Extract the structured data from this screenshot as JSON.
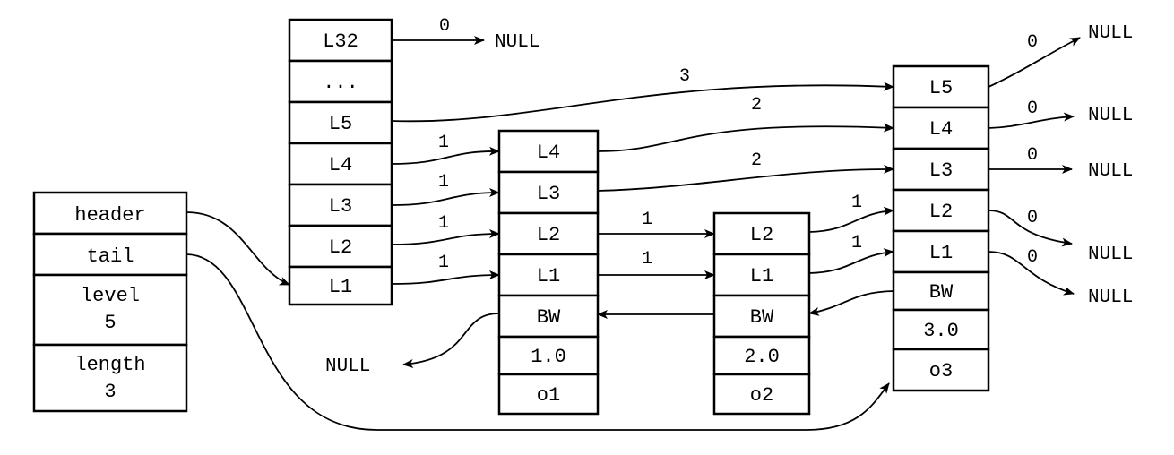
{
  "list": {
    "fields": [
      {
        "lines": [
          "header"
        ]
      },
      {
        "lines": [
          "tail"
        ]
      },
      {
        "lines": [
          "level",
          "5"
        ]
      },
      {
        "lines": [
          "length",
          "3"
        ]
      }
    ]
  },
  "header_node": {
    "levels": [
      "L32",
      "...",
      "L5",
      "L4",
      "L3",
      "L2",
      "L1"
    ]
  },
  "nodes": [
    {
      "levels": [
        "L4",
        "L3",
        "L2",
        "L1"
      ],
      "backward": "BW",
      "score": "1.0",
      "obj": "o1"
    },
    {
      "levels": [
        "L2",
        "L1"
      ],
      "backward": "BW",
      "score": "2.0",
      "obj": "o2"
    },
    {
      "levels": [
        "L5",
        "L4",
        "L3",
        "L2",
        "L1"
      ],
      "backward": "BW",
      "score": "3.0",
      "obj": "o3"
    }
  ],
  "spans": {
    "head_L32": "0",
    "head_L5": "3",
    "head_L4_to_node1": "2",
    "head_L4": "1",
    "head_L3": "1",
    "head_L2": "1",
    "head_L1": "1",
    "n1_L3": "2",
    "n1_L2": "1",
    "n1_L1": "1",
    "n2_L2": "1",
    "n2_L1": "1",
    "n3_L5": "0",
    "n3_L4": "0",
    "n3_L3": "0",
    "n3_L2": "0",
    "n3_L1": "0"
  },
  "null_label": "NULL"
}
